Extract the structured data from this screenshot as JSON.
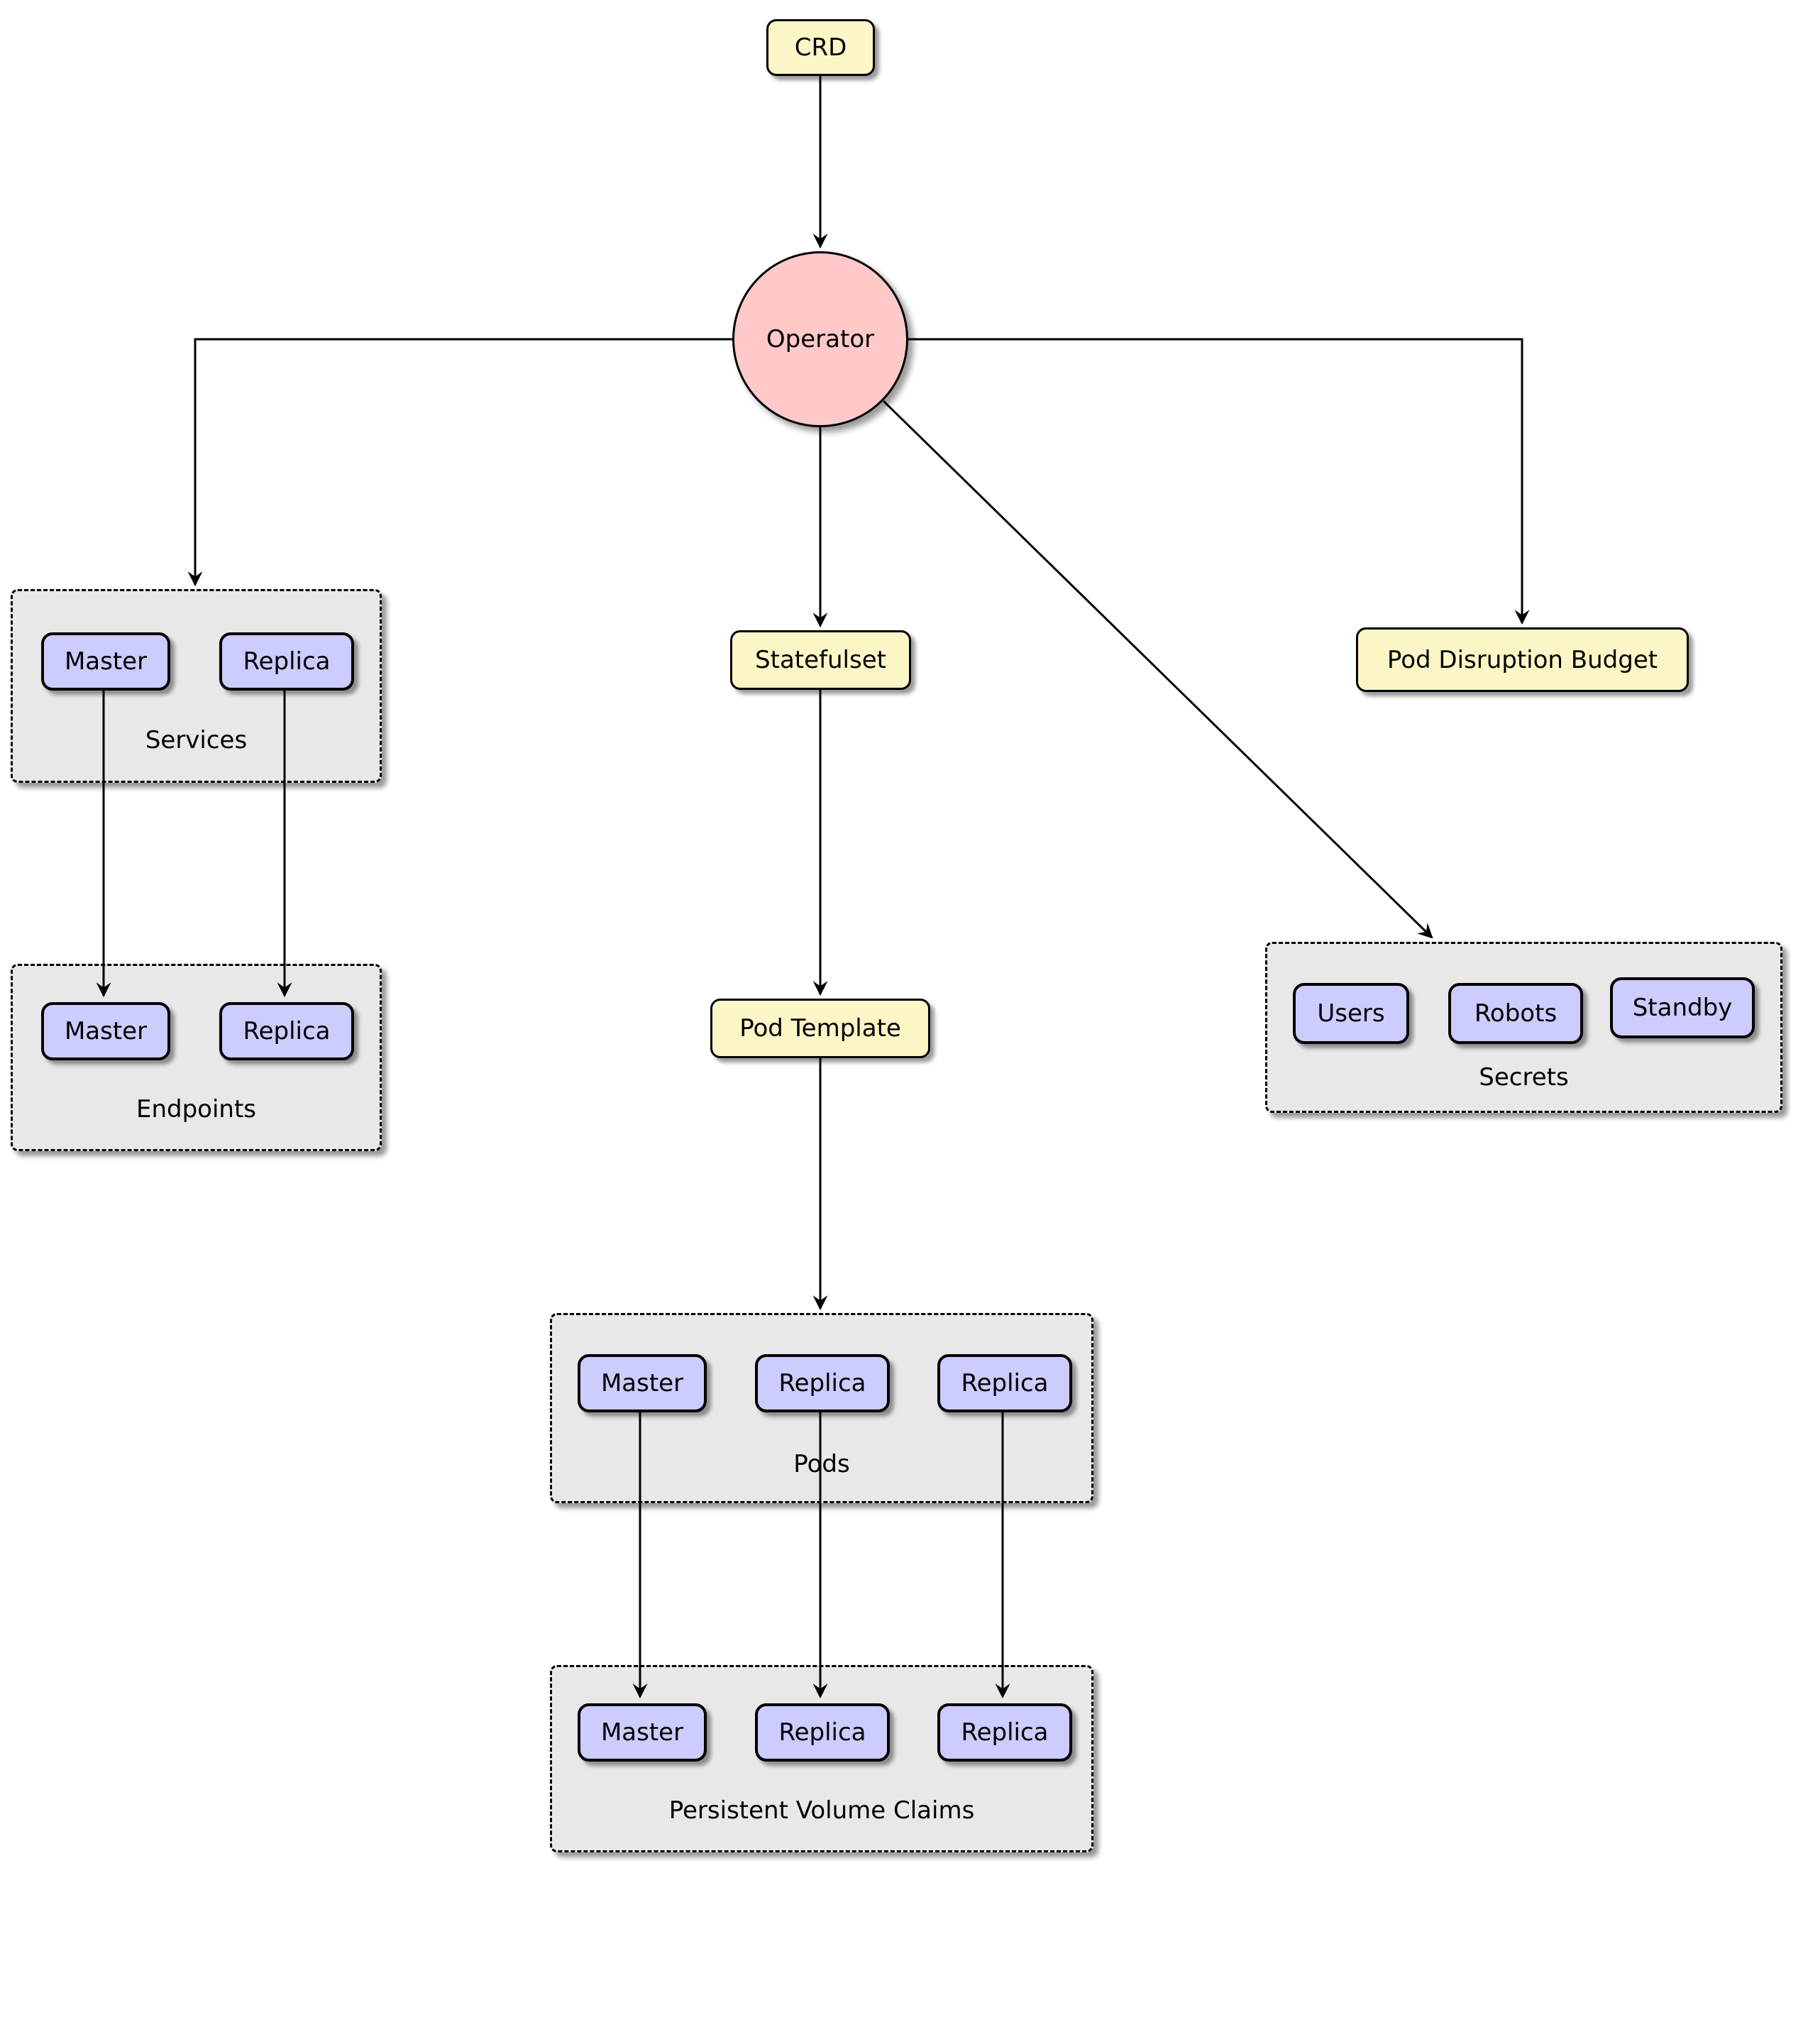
{
  "nodes": {
    "crd": "CRD",
    "operator": "Operator",
    "statefulset": "Statefulset",
    "pod_template": "Pod Template",
    "pod_disruption_budget": "Pod Disruption Budget"
  },
  "groups": {
    "services": {
      "label": "Services",
      "items": [
        "Master",
        "Replica"
      ]
    },
    "endpoints": {
      "label": "Endpoints",
      "items": [
        "Master",
        "Replica"
      ]
    },
    "secrets": {
      "label": "Secrets",
      "items": [
        "Users",
        "Robots",
        "Standby"
      ]
    },
    "pods": {
      "label": "Pods",
      "items": [
        "Master",
        "Replica",
        "Replica"
      ]
    },
    "persistent_volume_claims": {
      "label": "Persistent Volume Claims",
      "items": [
        "Master",
        "Replica",
        "Replica"
      ]
    }
  },
  "colors": {
    "node_yellow": "#FCF6C6",
    "node_purple": "#CCCCFF",
    "operator_pink": "#FFC9C9",
    "group_gray": "#E8E8E8",
    "line_black": "#000000"
  }
}
